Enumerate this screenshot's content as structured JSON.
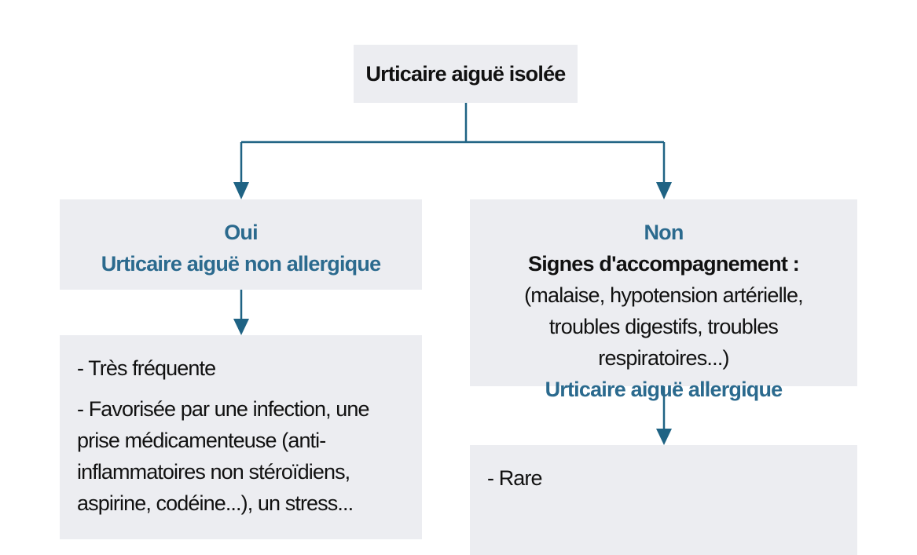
{
  "root": {
    "label": "Urticaire aiguë isolée"
  },
  "left": {
    "answer": "Oui",
    "title": "Urticaire aiguë non allergique",
    "items": [
      "- Très fréquente",
      "- Favorisée par une infection, une prise médicamenteuse (anti-inflammatoires non stéroïdiens, aspirine, codéine...), un stress..."
    ]
  },
  "right": {
    "answer": "Non",
    "signs_heading": "Signes d'accompagnement :",
    "signs_detail": "(malaise, hypotension artérielle, troubles digestifs, troubles respiratoires...)",
    "title": "Urticaire aiguë allergique",
    "items": [
      "- Rare"
    ]
  },
  "colors": {
    "accent": "#2b6a8e",
    "connector": "#1f6384",
    "box_fill": "#ecedf1",
    "text": "#111111"
  }
}
